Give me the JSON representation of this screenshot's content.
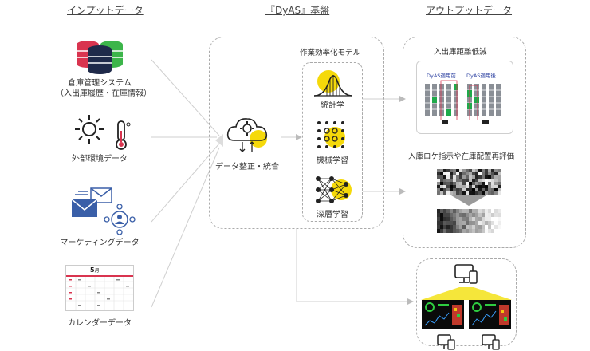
{
  "headers": {
    "input": "インプットデータ",
    "platform": "『DyAS』基盤",
    "output": "アウトプットデータ"
  },
  "inputs": {
    "warehouse_line1": "倉庫管理システム",
    "warehouse_line2": "（入出庫履歴・在庫情報）",
    "environment": "外部環境データ",
    "marketing": "マーケティングデータ",
    "calendar": "カレンダーデータ",
    "calendar_month": "5",
    "calendar_month_suffix": "月"
  },
  "platform": {
    "integration": "データ整正・統合",
    "model_title": "作業効率化モデル",
    "statistics": "統計学",
    "machine_learning": "機械学習",
    "deep_learning": "深層学習"
  },
  "outputs": {
    "distance": "入出庫距離低減",
    "before": "DyAS適用前",
    "after": "DyAS適用後",
    "relocation": "入庫ロケ指示や在庫配置再評価"
  },
  "colors": {
    "accent_yellow": "#f5d90a",
    "green": "#1faa4b",
    "db_red": "#d9344f",
    "db_navy": "#1f2a4a",
    "db_green": "#3cb54a",
    "icon_blue": "#3a5fa8"
  }
}
